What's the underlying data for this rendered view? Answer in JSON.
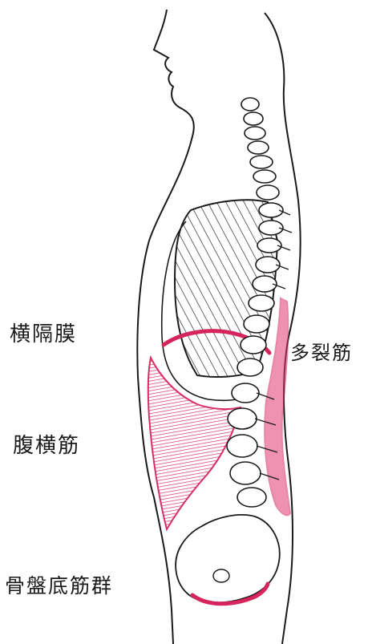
{
  "labels": {
    "diaphragm": "横隔膜",
    "transversus_abdominis": "腹横筋",
    "multifidus": "多裂筋",
    "pelvic_floor": "骨盤底筋群"
  },
  "colors": {
    "ink": "#1a1a1a",
    "muscle": "#d6245c",
    "muscle_fill": "#e23a72"
  }
}
